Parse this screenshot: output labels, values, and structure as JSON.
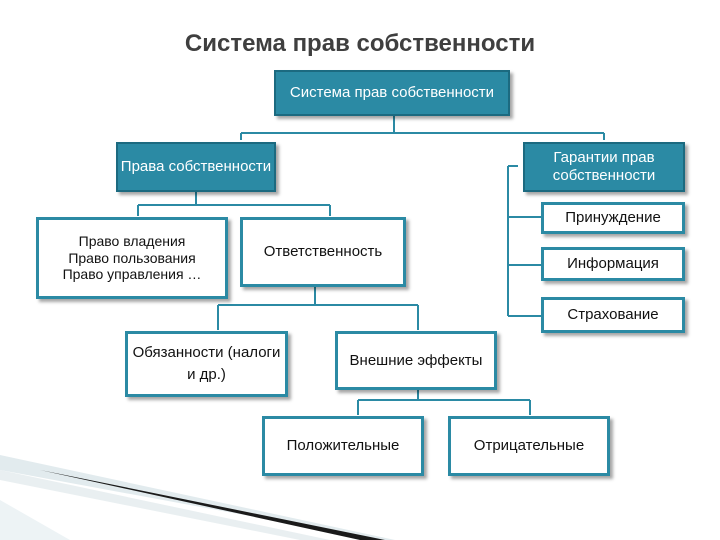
{
  "title": "Система прав собственности",
  "nodes": {
    "root": "Система прав собственности",
    "rights": "Права собственности",
    "guarantees": "Гарантии прав собственности",
    "coercion": "Принуждение",
    "information": "Информация",
    "insurance": "Страхование",
    "rights_list": {
      "ownership": "Право владения",
      "use": "Право пользования",
      "management": "Право управления …"
    },
    "responsibility": "Ответственность",
    "obligations": "Обязанности (налоги и др.)",
    "externalities": "Внешние эффекты",
    "positive": "Положительные",
    "negative": "Отрицательные"
  },
  "colors": {
    "accent": "#2b8aa4",
    "accent_dark": "#1c6a80",
    "title": "#3f3f3f"
  }
}
